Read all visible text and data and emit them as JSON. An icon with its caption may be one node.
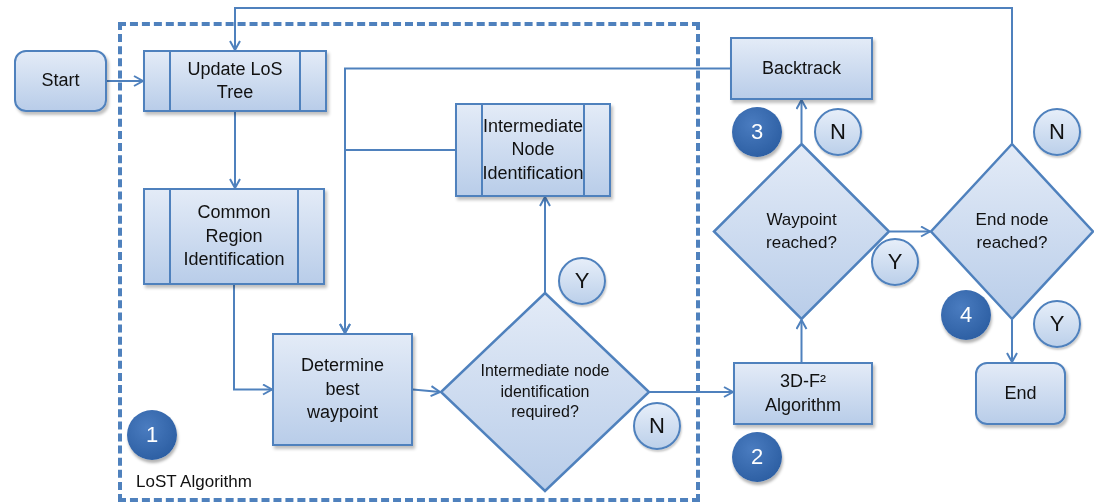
{
  "diagram": {
    "nodes": [
      {
        "text": [
          "LoST Algorithm"
        ]
      },
      {
        "text": [
          "Start"
        ]
      },
      {
        "text": [
          "Update LoS Tree"
        ],
        "in": 0
      },
      {
        "text": [
          "Common Region Identification"
        ],
        "in": 0
      },
      {
        "text": [
          "Intermediate Node Identification"
        ],
        "in": 0
      },
      {
        "text": [
          "Determine best waypoint"
        ],
        "in": 0
      },
      {
        "text": [
          "Intermediate node identification required?"
        ],
        "in": 0
      },
      {
        "text": [
          "Backtrack"
        ]
      },
      {
        "text": [
          "Waypoint reached?"
        ]
      },
      {
        "text": [
          "End node reached?"
        ]
      },
      {
        "text": [
          "3D-F² Algorithm"
        ]
      },
      {
        "text": [
          "End"
        ]
      },
      {
        "text": [
          "1"
        ],
        "in": 0
      },
      {
        "text": [
          "Y"
        ],
        "in": 0
      },
      {
        "text": [
          "N"
        ],
        "in": 0
      },
      {
        "text": [
          "2"
        ]
      },
      {
        "text": [
          "3"
        ]
      },
      {
        "text": [
          "N"
        ]
      },
      {
        "text": [
          "Y"
        ]
      },
      {
        "text": [
          "N"
        ]
      },
      {
        "text": [
          "4"
        ]
      },
      {
        "text": [
          "Y"
        ]
      }
    ],
    "edges": [
      {
        "from": 1,
        "to": 2,
        "arrow": "to"
      },
      {
        "from": 2,
        "to": 3,
        "arrow": "to"
      },
      {
        "from": 3,
        "to": 5,
        "arrow": "to"
      },
      {
        "from": 5,
        "to": 6,
        "arrow": "to"
      },
      {
        "from": 6,
        "to": 4,
        "arrow": "to"
      },
      {
        "from": 4,
        "to": 5,
        "arrow": "to"
      },
      {
        "from": 7,
        "to": 5,
        "arrow": "to"
      },
      {
        "from": 6,
        "to": 10,
        "arrow": "to"
      },
      {
        "from": 10,
        "to": 8,
        "arrow": "to"
      },
      {
        "from": 8,
        "to": 7,
        "arrow": "to"
      },
      {
        "from": 8,
        "to": 9,
        "arrow": "to"
      },
      {
        "from": 9,
        "to": 2,
        "arrow": "to"
      },
      {
        "from": 9,
        "to": 11,
        "arrow": "to"
      }
    ]
  }
}
